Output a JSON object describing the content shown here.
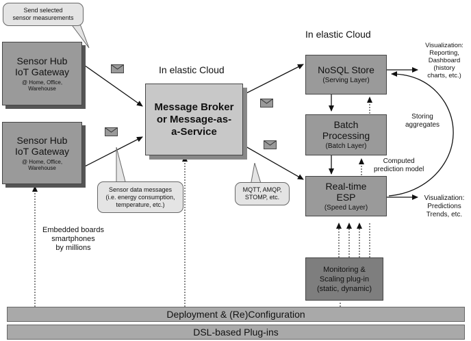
{
  "hub_top": {
    "title": "Sensor Hub",
    "title2": "IoT Gateway",
    "sub": "@ Home, Office,",
    "sub2": "Warehouse"
  },
  "hub_bottom": {
    "title": "Sensor Hub",
    "title2": "IoT Gateway",
    "sub": "@ Home, Office,",
    "sub2": "Warehouse"
  },
  "callout_send": {
    "line1": "Send selected",
    "line2": "sensor measurements"
  },
  "callout_sensor": {
    "line1": "Sensor data messages",
    "line2": "(i.e. energy consumption,",
    "line3": "temperature, etc.)"
  },
  "callout_mqtt": {
    "line1": "MQTT, AMQP,",
    "line2": "STOMP, etc."
  },
  "broker": {
    "line1": "Message Broker",
    "line2": "or Message-as-",
    "line3": "a-Service"
  },
  "cloud_broker": "In elastic Cloud",
  "cloud_right": "In elastic Cloud",
  "nosql": {
    "title": "NoSQL Store",
    "sub": "(Serving Layer)"
  },
  "batch": {
    "title": "Batch",
    "title2": "Processing",
    "sub": "(Batch Layer)"
  },
  "esp": {
    "title": "Real-time",
    "title2": "ESP",
    "sub": "(Speed Layer)"
  },
  "monitor": {
    "line1": "Monitoring &",
    "line2": "Scaling plug-in",
    "line3": "(static, dynamic)"
  },
  "vis_reporting": {
    "line1": "Visualization:",
    "line2": "Reporting,",
    "line3": "Dashboard",
    "line4": "(history",
    "line5": "charts, etc.)"
  },
  "vis_predictions": {
    "line1": "Visualization:",
    "line2": "Predictions",
    "line3": "Trends, etc."
  },
  "storing": {
    "line1": "Storing",
    "line2": "aggregates"
  },
  "computed": {
    "line1": "Computed",
    "line2": "prediction model"
  },
  "embedded": {
    "line1": "Embedded boards",
    "line2": "smartphones",
    "line3": "by millions"
  },
  "deploy_bar": "Deployment & (Re)Configuration",
  "dsl_bar": "DSL-based Plug-ins",
  "icons": {
    "message": "envelope-icon"
  }
}
